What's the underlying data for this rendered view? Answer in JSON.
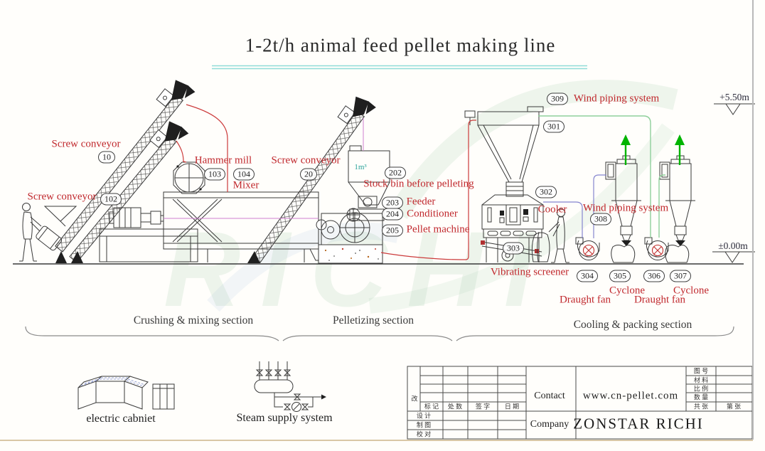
{
  "title": "1-2t/h animal feed pellet making line",
  "watermark": "RICHI",
  "labels": {
    "screw_conveyor_a": "Screw conveyor",
    "screw_conveyor_b": "Screw conveyor",
    "screw_conveyor_c": "Screw conveyor",
    "hammer_mill": "Hammer mill",
    "mixer": "Mixer",
    "stock_bin": "Stock bin before pelleting",
    "feeder": "Feeder",
    "conditioner": "Conditioner",
    "pellet_machine": "Pellet machine",
    "wind_piping_top": "Wind piping system",
    "wind_piping_mid": "Wind piping system",
    "cooler": "Cooler",
    "vibrating_screener": "Vibrating screener",
    "draught_fan_1": "Draught fan",
    "cyclone_1": "Cyclone",
    "draught_fan_2": "Draught fan",
    "cyclone_2": "Cyclone",
    "bin_volume": "1m³"
  },
  "tags": [
    "10",
    "102",
    "103",
    "104",
    "20",
    "202",
    "203",
    "204",
    "205",
    "301",
    "302",
    "303",
    "304",
    "305",
    "306",
    "307",
    "308",
    "309"
  ],
  "elevations": {
    "top": "+5.50m",
    "ground": "±0.00m"
  },
  "sections": {
    "crushing": "Crushing & mixing section",
    "pelletizing": "Pelletizing section",
    "cooling": "Cooling & packing section"
  },
  "legend": {
    "electric_cabinet": "electric cabniet",
    "steam_supply": "Steam supply system"
  },
  "title_block": {
    "revision": "改",
    "headers": {
      "mark": "标 记",
      "count": "处 数",
      "sign": "签 字",
      "date": "日 期"
    },
    "rows": {
      "design": "设 计",
      "draft": "制 图",
      "check": "校 对"
    },
    "right": {
      "drawing_no": "图 号",
      "material": "材 料",
      "scale": "比 例",
      "quantity": "数 量",
      "total_sheet": "共  张",
      "sheet_no": "第  张"
    },
    "contact_label": "Contact",
    "contact_value": "www.cn-pellet.com",
    "company_label": "Company",
    "company_value": "ZONSTAR RICHI"
  },
  "colors": {
    "label_red": "#c0282d",
    "pipe_red": "#cc3b3b",
    "pipe_green": "#8fcf9b",
    "pipe_blue": "#8585cf",
    "pipe_magenta": "#cf7fcf",
    "arrow_green": "#00b400",
    "underline_cyan": "#8fdcd8",
    "bin_teal": "#2ba39b"
  }
}
